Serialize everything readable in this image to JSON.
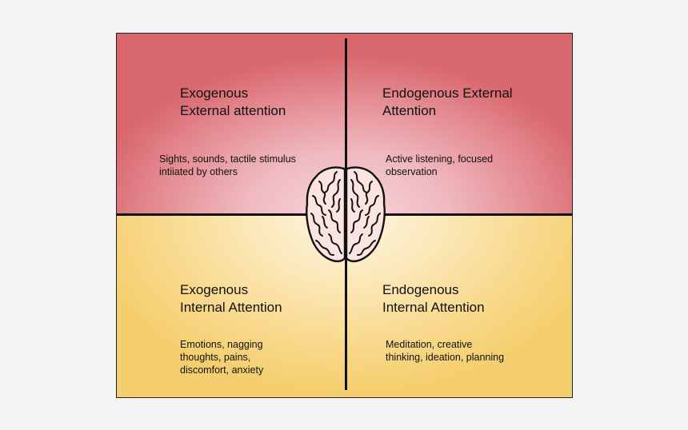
{
  "quadrants": {
    "top_left": {
      "title_line1": "Exogenous",
      "title_line2": "External attention",
      "desc_line1": "Sights, sounds, tactile stimulus",
      "desc_line2": "intiiated by others"
    },
    "top_right": {
      "title_line1": "Endogenous External",
      "title_line2": "Attention",
      "desc_line1": "Active listening, focused",
      "desc_line2": "observation"
    },
    "bottom_left": {
      "title_line1": "Exogenous",
      "title_line2": "Internal Attention",
      "desc_line1": "Emotions, nagging",
      "desc_line2": "thoughts, pains,",
      "desc_line3": "discomfort, anxiety"
    },
    "bottom_right": {
      "title_line1": "Endogenous",
      "title_line2": "Internal Attention",
      "desc_line1": "Meditation, creative",
      "desc_line2": "thinking, ideation, planning"
    }
  },
  "colors": {
    "top_edge": "#d9676e",
    "top_center": "#f7d6da",
    "bottom_edge": "#f5cf6f",
    "bottom_center": "#fdf6e3",
    "lines": "#111111"
  },
  "icons": {
    "center": "brain-icon"
  }
}
